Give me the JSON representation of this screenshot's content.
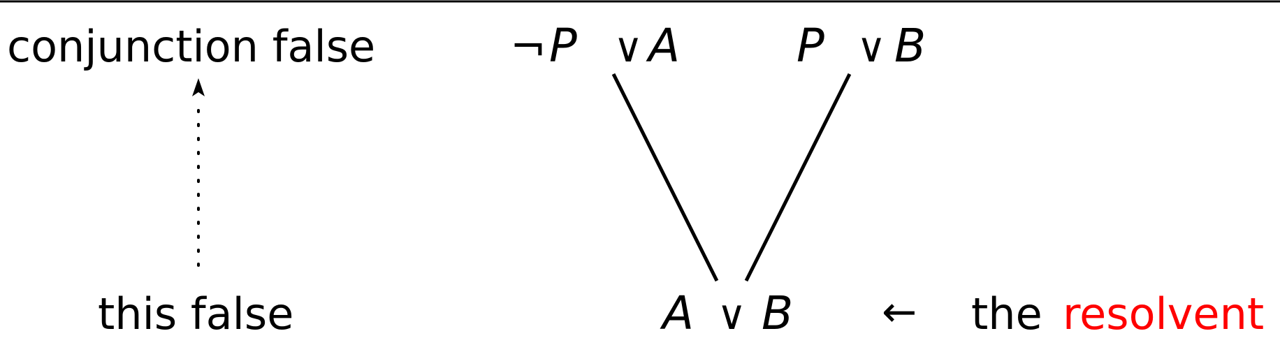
{
  "left": {
    "top_text": "conjunction false",
    "bottom_text": "this false"
  },
  "premise_left": {
    "neg": "¬",
    "var1": "P",
    "or": "∨",
    "var2": "A"
  },
  "premise_right": {
    "var1": "P",
    "or": "∨",
    "var2": "B"
  },
  "resolvent_clause": {
    "var1": "A",
    "or": "∨",
    "var2": "B"
  },
  "annotation": {
    "arrow": "←",
    "prefix": "the",
    "highlight": "resolvent",
    "highlight_color": "#ff0000"
  },
  "colors": {
    "text": "#000000",
    "border": "#000000",
    "background": "#ffffff"
  }
}
